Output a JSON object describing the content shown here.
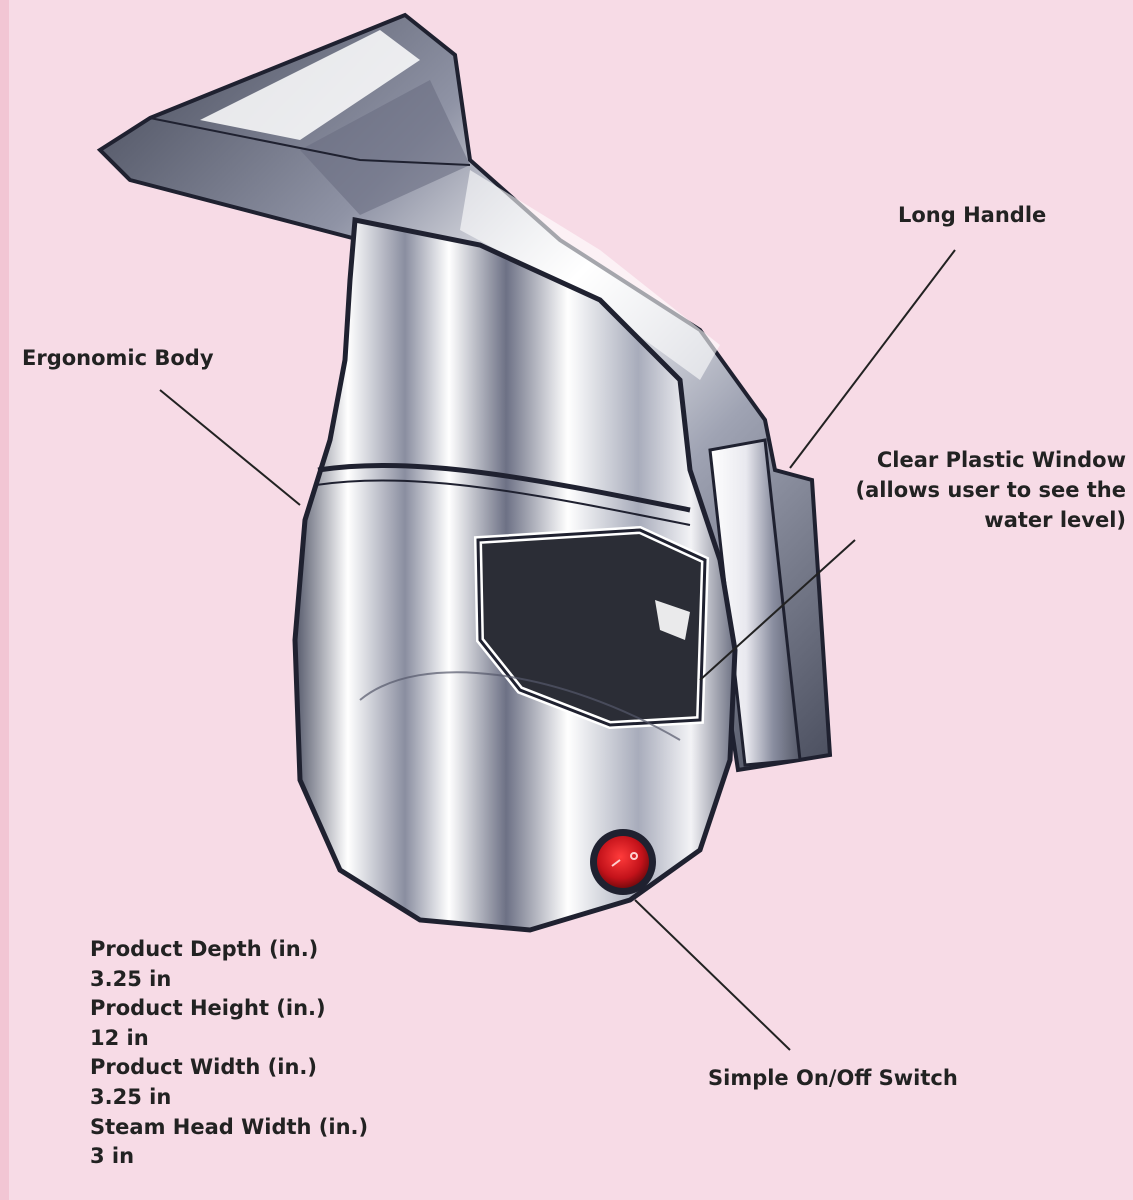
{
  "colors": {
    "background": "#f7dbe6",
    "edge_strip": "#f2c6d4",
    "body_dark": "#3a3d4c",
    "body_mid": "#7a7f93",
    "body_light": "#ffffff",
    "window": "#2b2d36",
    "switch": "#d5141b",
    "text": "#222222"
  },
  "callouts": {
    "long_handle": "Long Handle",
    "ergonomic_body": "Ergonomic Body",
    "clear_window": {
      "line1": "Clear Plastic Window",
      "line2": "(allows user to see the",
      "line3": "water level)"
    },
    "switch": "Simple On/Off Switch"
  },
  "specs": [
    {
      "label": "Product Depth (in.)",
      "value": "3.25 in"
    },
    {
      "label": "Product Height (in.)",
      "value": "12 in"
    },
    {
      "label": "Product Width (in.)",
      "value": "3.25 in"
    },
    {
      "label": "Steam Head Width (in.)",
      "value": "3 in"
    }
  ],
  "icons": [
    "power-switch-icon"
  ]
}
